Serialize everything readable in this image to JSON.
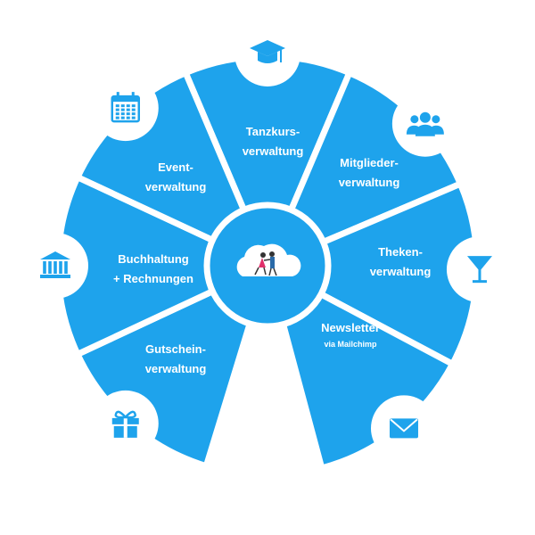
{
  "colors": {
    "segment": "#1ea3ec",
    "separator": "#ffffff",
    "icon_circle": "#ffffff",
    "icon": "#1ea3ec",
    "center_ring": "#ffffff"
  },
  "segments": [
    {
      "name": "tanzkurs",
      "lines": [
        "Tanzkurs-",
        "verwaltung"
      ],
      "sub": "",
      "icon": "graduation-cap-icon"
    },
    {
      "name": "mitglieder",
      "lines": [
        "Mitglieder-",
        "verwaltung"
      ],
      "sub": "",
      "icon": "users-icon"
    },
    {
      "name": "theken",
      "lines": [
        "Theken-",
        "verwaltung"
      ],
      "sub": "",
      "icon": "cocktail-glass-icon"
    },
    {
      "name": "newsletter",
      "lines": [
        "Newsletter"
      ],
      "sub": "via Mailchimp",
      "icon": "envelope-icon"
    },
    {
      "name": "gutschein",
      "lines": [
        "Gutschein-",
        "verwaltung"
      ],
      "sub": "",
      "icon": "gift-icon"
    },
    {
      "name": "buchhaltung",
      "lines": [
        "Buchhaltung",
        "+ Rechnungen"
      ],
      "sub": "",
      "icon": "bank-icon"
    },
    {
      "name": "event",
      "lines": [
        "Event-",
        "verwaltung"
      ],
      "sub": "",
      "icon": "calendar-icon"
    }
  ],
  "center": {
    "icon": "cloud-dancers-icon"
  }
}
